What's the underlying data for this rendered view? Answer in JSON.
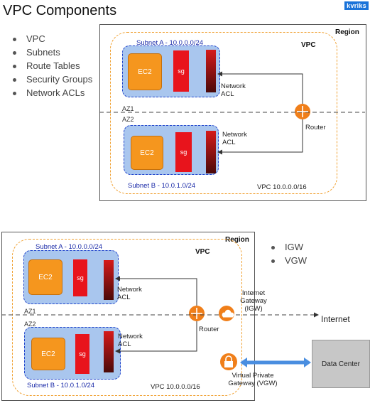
{
  "title": "VPC Components",
  "logo": "kvriks",
  "bullets1": [
    "VPC",
    "Subnets",
    "Route Tables",
    "Security Groups",
    "Network ACLs"
  ],
  "bullets2": [
    "IGW",
    "VGW"
  ],
  "colors": {
    "vpc_border": "#f0a030",
    "subnet_fill": "#a9c6ee",
    "subnet_border": "#2244cc",
    "ec2": "#f5961e",
    "sg": "#e8141c",
    "router": "#f07f1a",
    "vgw_link": "#4a8ee0"
  },
  "diagram1": {
    "region": "Region",
    "vpc": "VPC",
    "subnet_a": "Subnet A - 10.0.0.0/24",
    "subnet_b": "Subnet B - 10.0.1.0/24",
    "ec2": "EC2",
    "sg": "sg",
    "network": "Network",
    "acl": "ACL",
    "az1": "AZ1",
    "az2": "AZ2",
    "router": "Router",
    "vpc_cidr": "VPC 10.0.0.0/16"
  },
  "diagram2": {
    "region": "Region",
    "vpc": "VPC",
    "subnet_a": "Subnet A - 10.0.0.0/24",
    "subnet_b": "Subnet B - 10.0.1.0/24",
    "ec2": "EC2",
    "sg": "sg",
    "network": "Network",
    "acl": "ACL",
    "az1": "AZ1",
    "az2": "AZ2",
    "router": "Router",
    "igw_line1": "Internet Gateway",
    "igw_line2": "(IGW)",
    "internet": "Internet",
    "vgw_line1": "Virtual Private",
    "vgw_line2": "Gateway (VGW)",
    "data_center": "Data Center",
    "vpc_cidr": "VPC 10.0.0.0/16"
  }
}
